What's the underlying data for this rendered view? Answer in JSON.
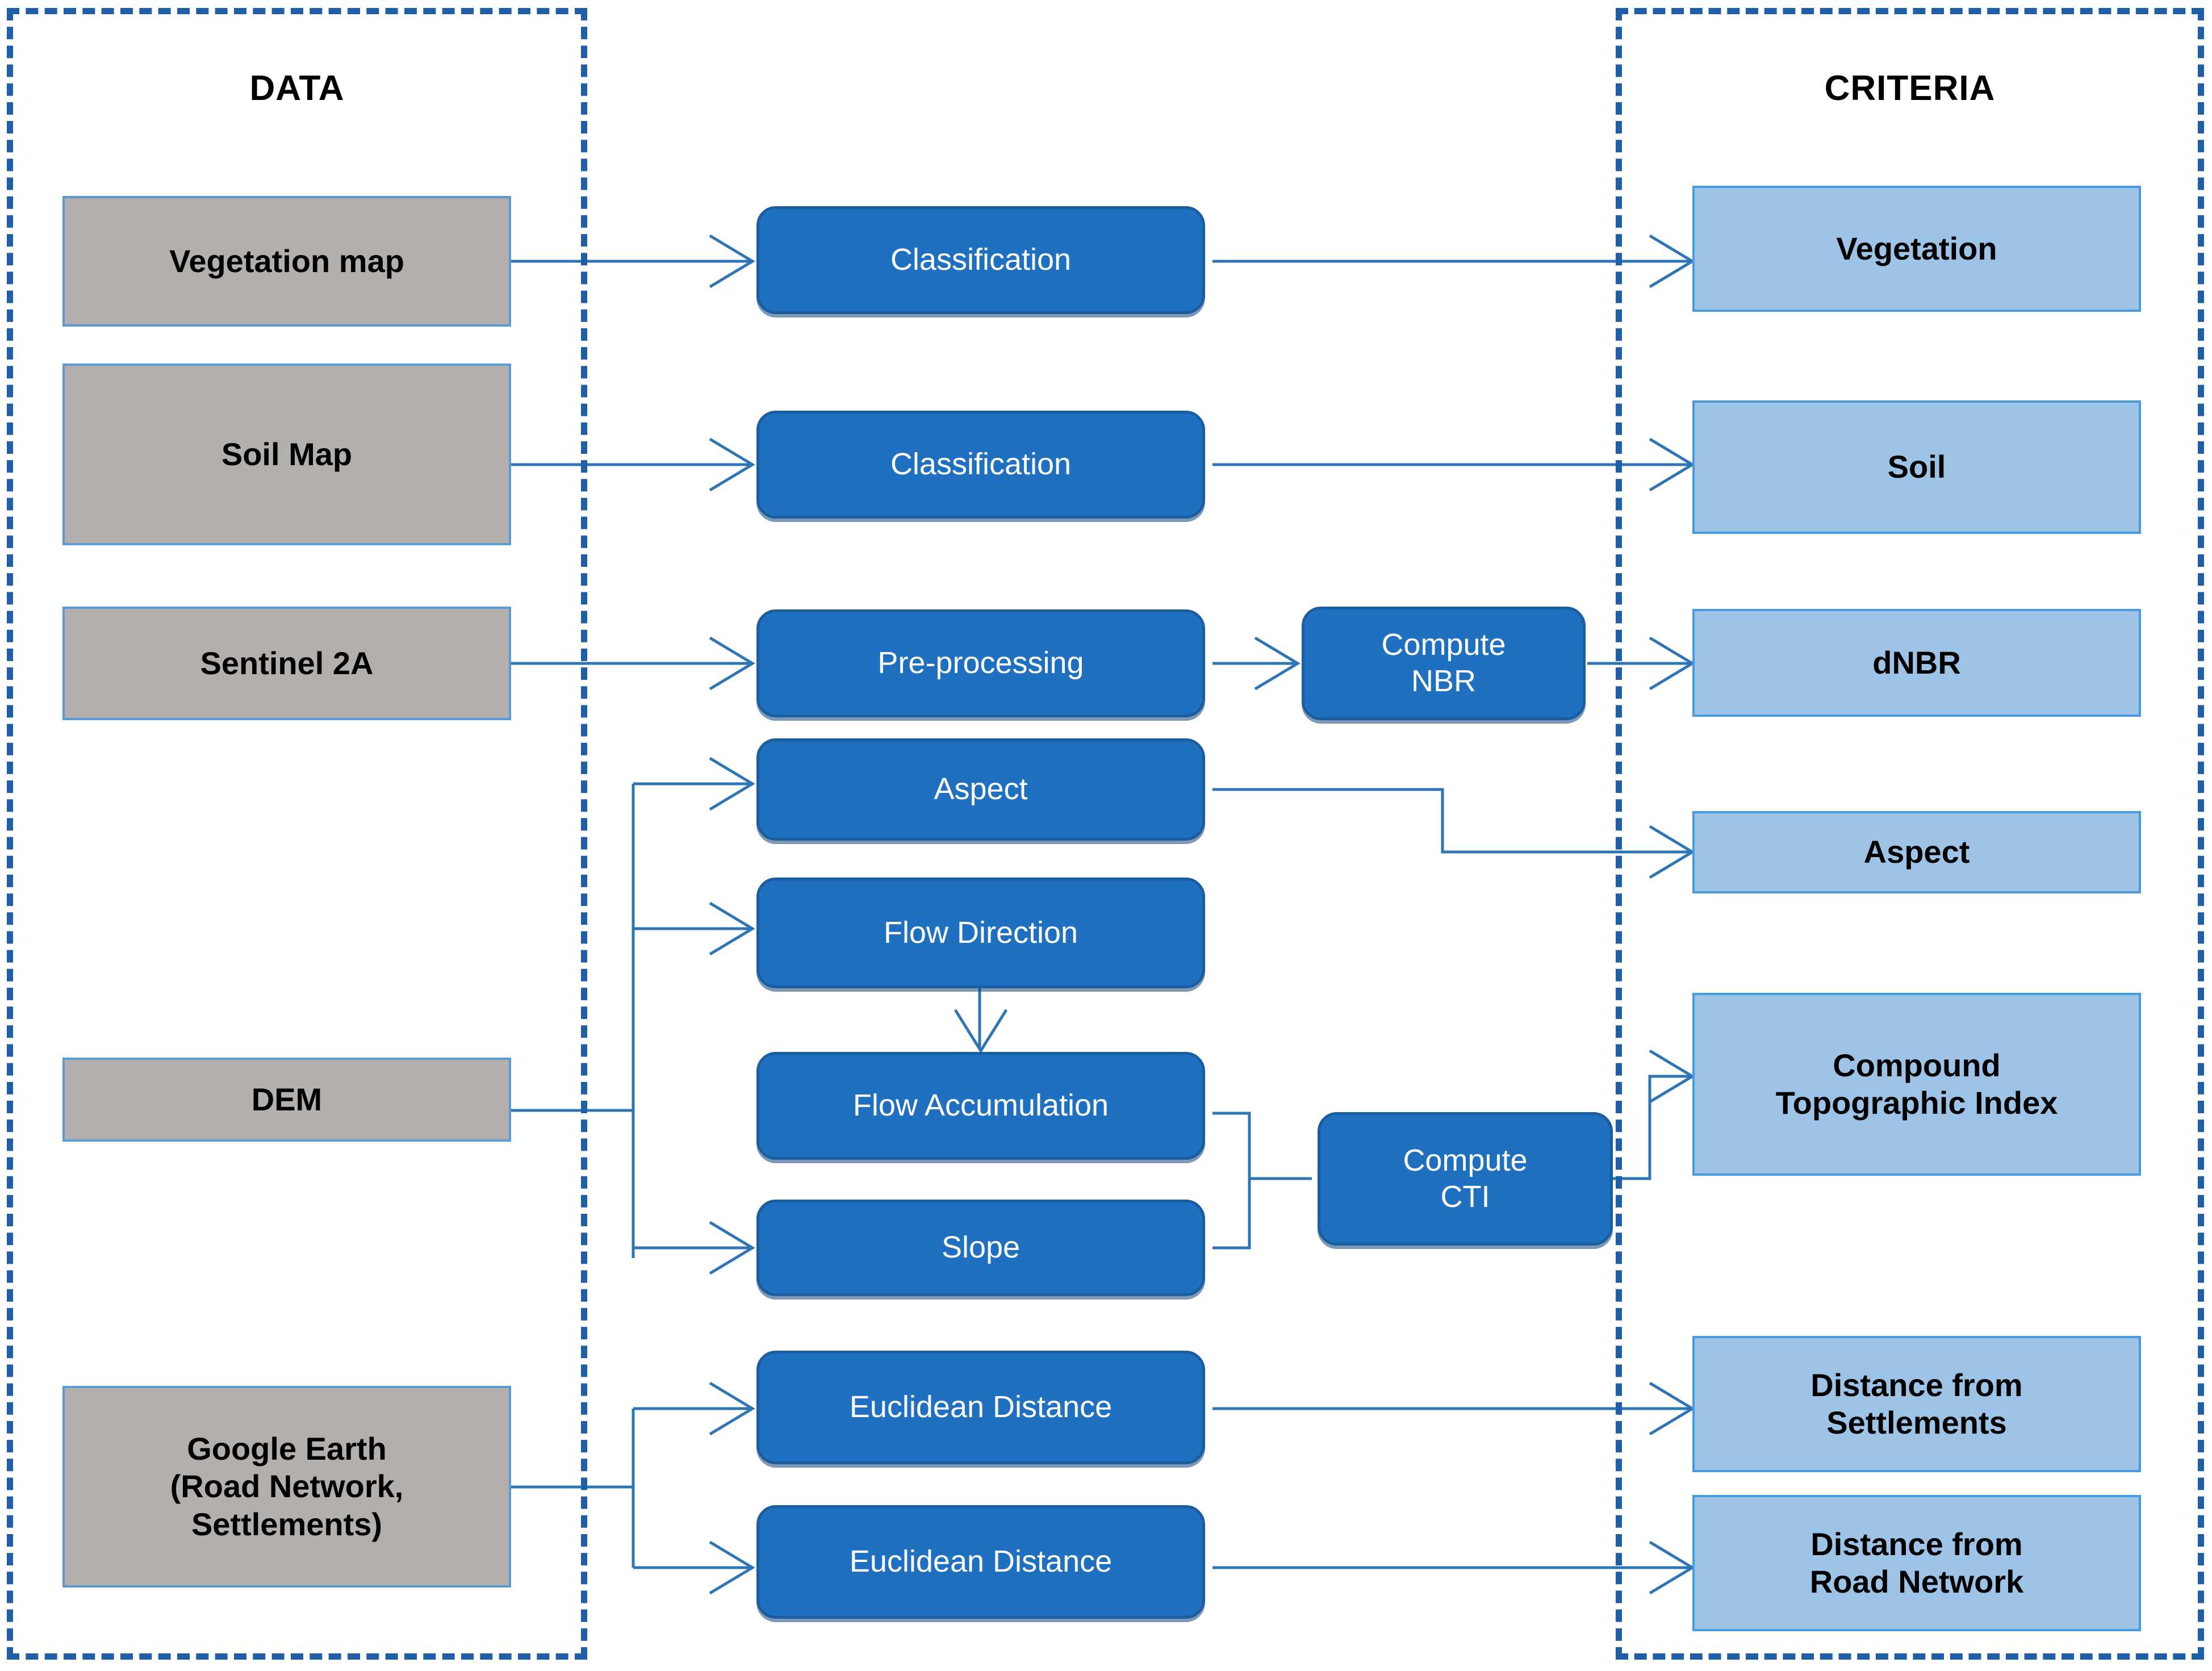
{
  "panels": {
    "data": {
      "title": "DATA"
    },
    "criteria": {
      "title": "CRITERIA"
    }
  },
  "data_sources": [
    {
      "label": "Vegetation map"
    },
    {
      "label": "Soil Map"
    },
    {
      "label": "Sentinel 2A"
    },
    {
      "label": "DEM"
    },
    {
      "line1": "Google Earth",
      "line2": "(Road Network,",
      "line3": "Settlements)"
    }
  ],
  "processes": [
    {
      "label": "Classification"
    },
    {
      "label": "Classification"
    },
    {
      "label": "Pre-processing"
    },
    {
      "line1": "Compute",
      "line2": "NBR"
    },
    {
      "label": "Aspect"
    },
    {
      "label": "Flow Direction"
    },
    {
      "label": "Flow Accumulation"
    },
    {
      "label": "Slope"
    },
    {
      "line1": "Compute",
      "line2": "CTI"
    },
    {
      "label": "Euclidean Distance"
    },
    {
      "label": "Euclidean Distance"
    }
  ],
  "criteria": [
    {
      "label": "Vegetation"
    },
    {
      "label": "Soil"
    },
    {
      "label": "dNBR"
    },
    {
      "label": "Aspect"
    },
    {
      "line1": "Compound",
      "line2": "Topographic Index"
    },
    {
      "line1": "Distance from",
      "line2": "Settlements"
    },
    {
      "line1": "Distance from",
      "line2": "Road Network"
    }
  ],
  "colors": {
    "panel_border": "#1F5EA8",
    "data_fill": "#B2AFAD",
    "data_border": "#5A9BD5",
    "process_fill": "#1F70C1",
    "process_border": "#1B5EA0",
    "criteria_fill": "#9DC3E6",
    "criteria_border": "#4A9BDD",
    "connector": "#2E75B6",
    "text_dark": "#000000",
    "text_light": "#FFFFFF"
  }
}
